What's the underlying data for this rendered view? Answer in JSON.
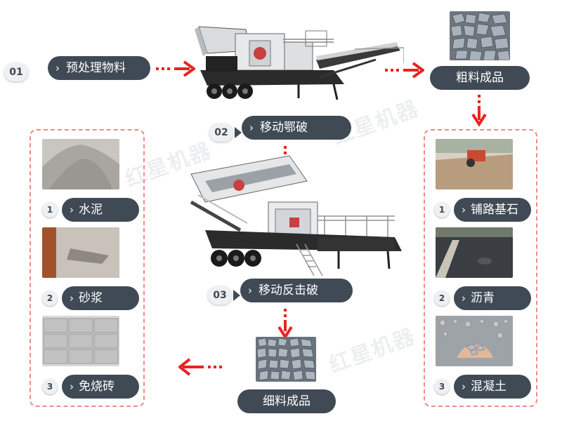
{
  "steps": {
    "s1": {
      "num": "01",
      "label": "预处理物料"
    },
    "s2": {
      "num": "02",
      "label": "移动鄂破"
    },
    "s3": {
      "num": "03",
      "label": "移动反击破"
    }
  },
  "products": {
    "coarse": "粗料成品",
    "fine": "细料成品"
  },
  "left_apps": [
    {
      "num": "1",
      "label": "水泥"
    },
    {
      "num": "2",
      "label": "砂浆"
    },
    {
      "num": "3",
      "label": "免烧砖"
    }
  ],
  "right_apps": [
    {
      "num": "1",
      "label": "铺路基石"
    },
    {
      "num": "2",
      "label": "沥青"
    },
    {
      "num": "3",
      "label": "混凝土"
    }
  ],
  "colors": {
    "pill": "#3f4a55",
    "arrow": "#e8241f",
    "dash": "#f08a8a"
  }
}
